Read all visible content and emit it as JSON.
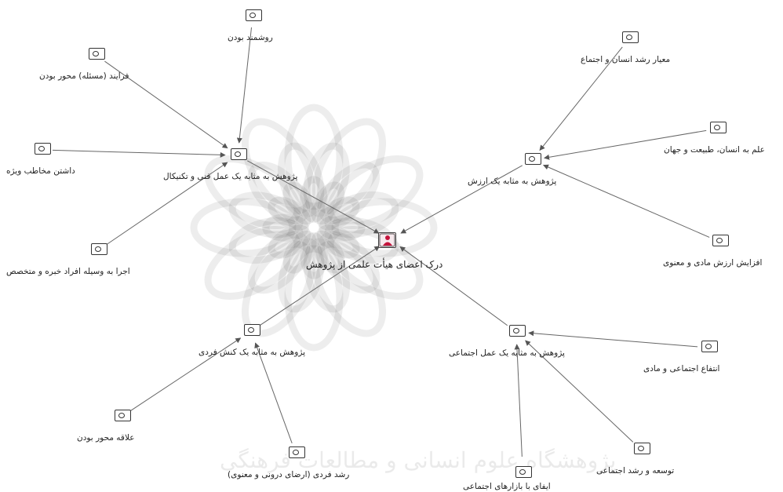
{
  "center": {
    "label": "درک اعضای هیأت علمی از پژوهش",
    "icon": "person-group-icon",
    "accent": "#c4143c"
  },
  "hubs": [
    {
      "id": "h1",
      "label": "پژوهش به مثابه یک عمل فنی و تکنیکال"
    },
    {
      "id": "h2",
      "label": "پژوهش به مثابه یک ارزش"
    },
    {
      "id": "h3",
      "label": "پژوهش به مثابه یک کنش فردی"
    },
    {
      "id": "h4",
      "label": "پژوهش به مثابه یک عمل اجتماعی"
    }
  ],
  "leaves": [
    {
      "id": "l1",
      "label": "روشمند بودن"
    },
    {
      "id": "l2",
      "label": "فرایند (مسئله) محور بودن"
    },
    {
      "id": "l3",
      "label": "داشتن مخاطب ویژه"
    },
    {
      "id": "l4",
      "label": "اجرا به وسیله افراد خبره و متخصص"
    },
    {
      "id": "l5",
      "label": "معیار رشد انسان و اجتماع"
    },
    {
      "id": "l6",
      "label": "علم به انسان، طبیعت و جهان"
    },
    {
      "id": "l7",
      "label": "افزایش ارزش مادی و معنوی"
    },
    {
      "id": "l8",
      "label": "علاقه محور بودن"
    },
    {
      "id": "l9",
      "label": "رشد فردی (ارضای درونی و معنوی)"
    },
    {
      "id": "l10",
      "label": "انتفاع اجتماعی و مادی"
    },
    {
      "id": "l11",
      "label": "توسعه و رشد اجتماعی"
    },
    {
      "id": "l12",
      "label": "ایفای با بازارهای اجتماعی"
    }
  ],
  "edges": [
    [
      "l1",
      "h1"
    ],
    [
      "l2",
      "h1"
    ],
    [
      "l3",
      "h1"
    ],
    [
      "l4",
      "h1"
    ],
    [
      "l5",
      "h2"
    ],
    [
      "l6",
      "h2"
    ],
    [
      "l7",
      "h2"
    ],
    [
      "l8",
      "h3"
    ],
    [
      "l9",
      "h3"
    ],
    [
      "l10",
      "h4"
    ],
    [
      "l11",
      "h4"
    ],
    [
      "l12",
      "h4"
    ],
    [
      "h1",
      "center"
    ],
    [
      "h2",
      "center"
    ],
    [
      "h3",
      "center"
    ],
    [
      "h4",
      "center"
    ]
  ],
  "watermark_text": "پژوهشگاه علوم انسانی و مطالعات فرهنگی"
}
